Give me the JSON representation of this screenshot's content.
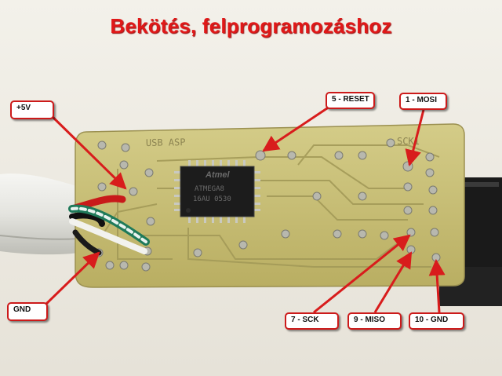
{
  "title": "Bekötés, felprogramozáshoz",
  "chip_text": {
    "logo": "Atmel",
    "line1": "ATMEGA8",
    "line2": "16AU 0530"
  },
  "silkscreen": {
    "left": "USB ASP",
    "right": "SCK1"
  },
  "callouts": {
    "plus5v": "+5V",
    "reset": "5 - RESET",
    "mosi": "1 - MOSI",
    "gnd_left": "GND",
    "sck": "7 - SCK",
    "miso": "9 - MISO",
    "gnd_pin10": "10 - GND"
  },
  "colors": {
    "title": "#e01818",
    "callout_border": "#cc1a1a",
    "arrow": "#d81c1c",
    "pcb": "#c8bf78"
  }
}
